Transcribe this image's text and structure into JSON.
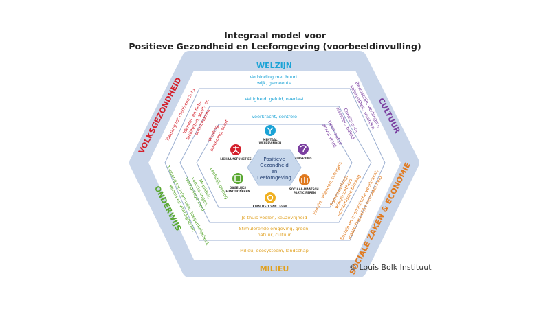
{
  "title": {
    "line1": "Integraal model voor",
    "line2": "Positieve Gezondheid en Leefomgeving (voorbeeldinvulling)"
  },
  "sectors": {
    "welzijn": "WELZIJN",
    "cultuur": "CULTUUR",
    "sociale_zaken": "SOCIALE ZAKEN & ECONOMIE",
    "milieu": "MILIEU",
    "onderwijs": "ONDERWIJS",
    "volksgezondheid": "VOLKSGEZONDHEID"
  },
  "colors": {
    "welzijn": "#1ba3d6",
    "cultuur": "#7b3fa0",
    "sociale_zaken": "#e07a1f",
    "milieu": "#e0a020",
    "onderwijs": "#5aa832",
    "volksgezondheid": "#d4202c",
    "hexagon_fill": "#c9d6ea",
    "center_fill": "#c8d8ec"
  },
  "rings": {
    "welzijn_1": "Verbinding met buurt,",
    "welzijn_2": "wijk, gemeente",
    "welzijn_3": "Veiligheid, geluid, overlast",
    "welzijn_4": "Veerkracht, controle",
    "milieu_1": "Je thuis voelen, keuzevrijheid",
    "milieu_2": "Stimulerende omgeving, groen,",
    "milieu_3": "natuur, cultuur",
    "milieu_4": "Milieu, ecosysteem, landschap",
    "cultuur_1": "Bewustzijn, verlangen,",
    "cultuur_2": "spiritualiteit, waarden",
    "cultuur_3": "Consistente",
    "cultuur_4": "waarden, beleid",
    "cultuur_5": "Doen wat je",
    "cultuur_6": "zinvol vindt",
    "sociaal_1": "Sociale en economische veerkracht,",
    "sociaal_2": "maatschappelijke betrokkenheid",
    "sociaal_3": "Samenwerking,",
    "sociaal_4": "wijkgerichtheid,",
    "sociaal_5": "economische binding",
    "sociaal_6": "Familie, vrienden, collega's",
    "onderwijs_1": "Toegang tot informatie, toegankelijkheid,",
    "onderwijs_2": "kennis en vaardigheden",
    "onderwijs_3": "Mobiliteit,",
    "onderwijs_4": "voorzieningen,",
    "onderwijs_5": "werkgelegenheid",
    "onderwijs_6": "Leefstijl, gedrag",
    "volks_1": "Toegang tot medische zorg",
    "volks_2": "Wandel- en fiets-",
    "volks_3": "faciliteiten, sport- en",
    "volks_4": "speelplekken",
    "volks_5": "Voeding,",
    "volks_6": "beweging, sport"
  },
  "center": {
    "line1": "Positieve",
    "line2": "Gezondheid",
    "line3": "en",
    "line4": "Leefomgeving"
  },
  "dimensions": {
    "mentaal_1": "MENTAAL",
    "mentaal_2": "WELBEVINDEN",
    "zingeving": "ZINGEVING",
    "sociaal_1": "SOCIAAL-MAATSCH.",
    "sociaal_2": "PARTICIPEREN",
    "kwaliteit": "KWALITEIT VAN LEVEN",
    "dagelijks_1": "DAGELIJKS",
    "dagelijks_2": "FUNCTIONEREN",
    "lichaam": "LICHAAMSFUNCTIES"
  },
  "credit": "© Louis Bolk Instituut"
}
